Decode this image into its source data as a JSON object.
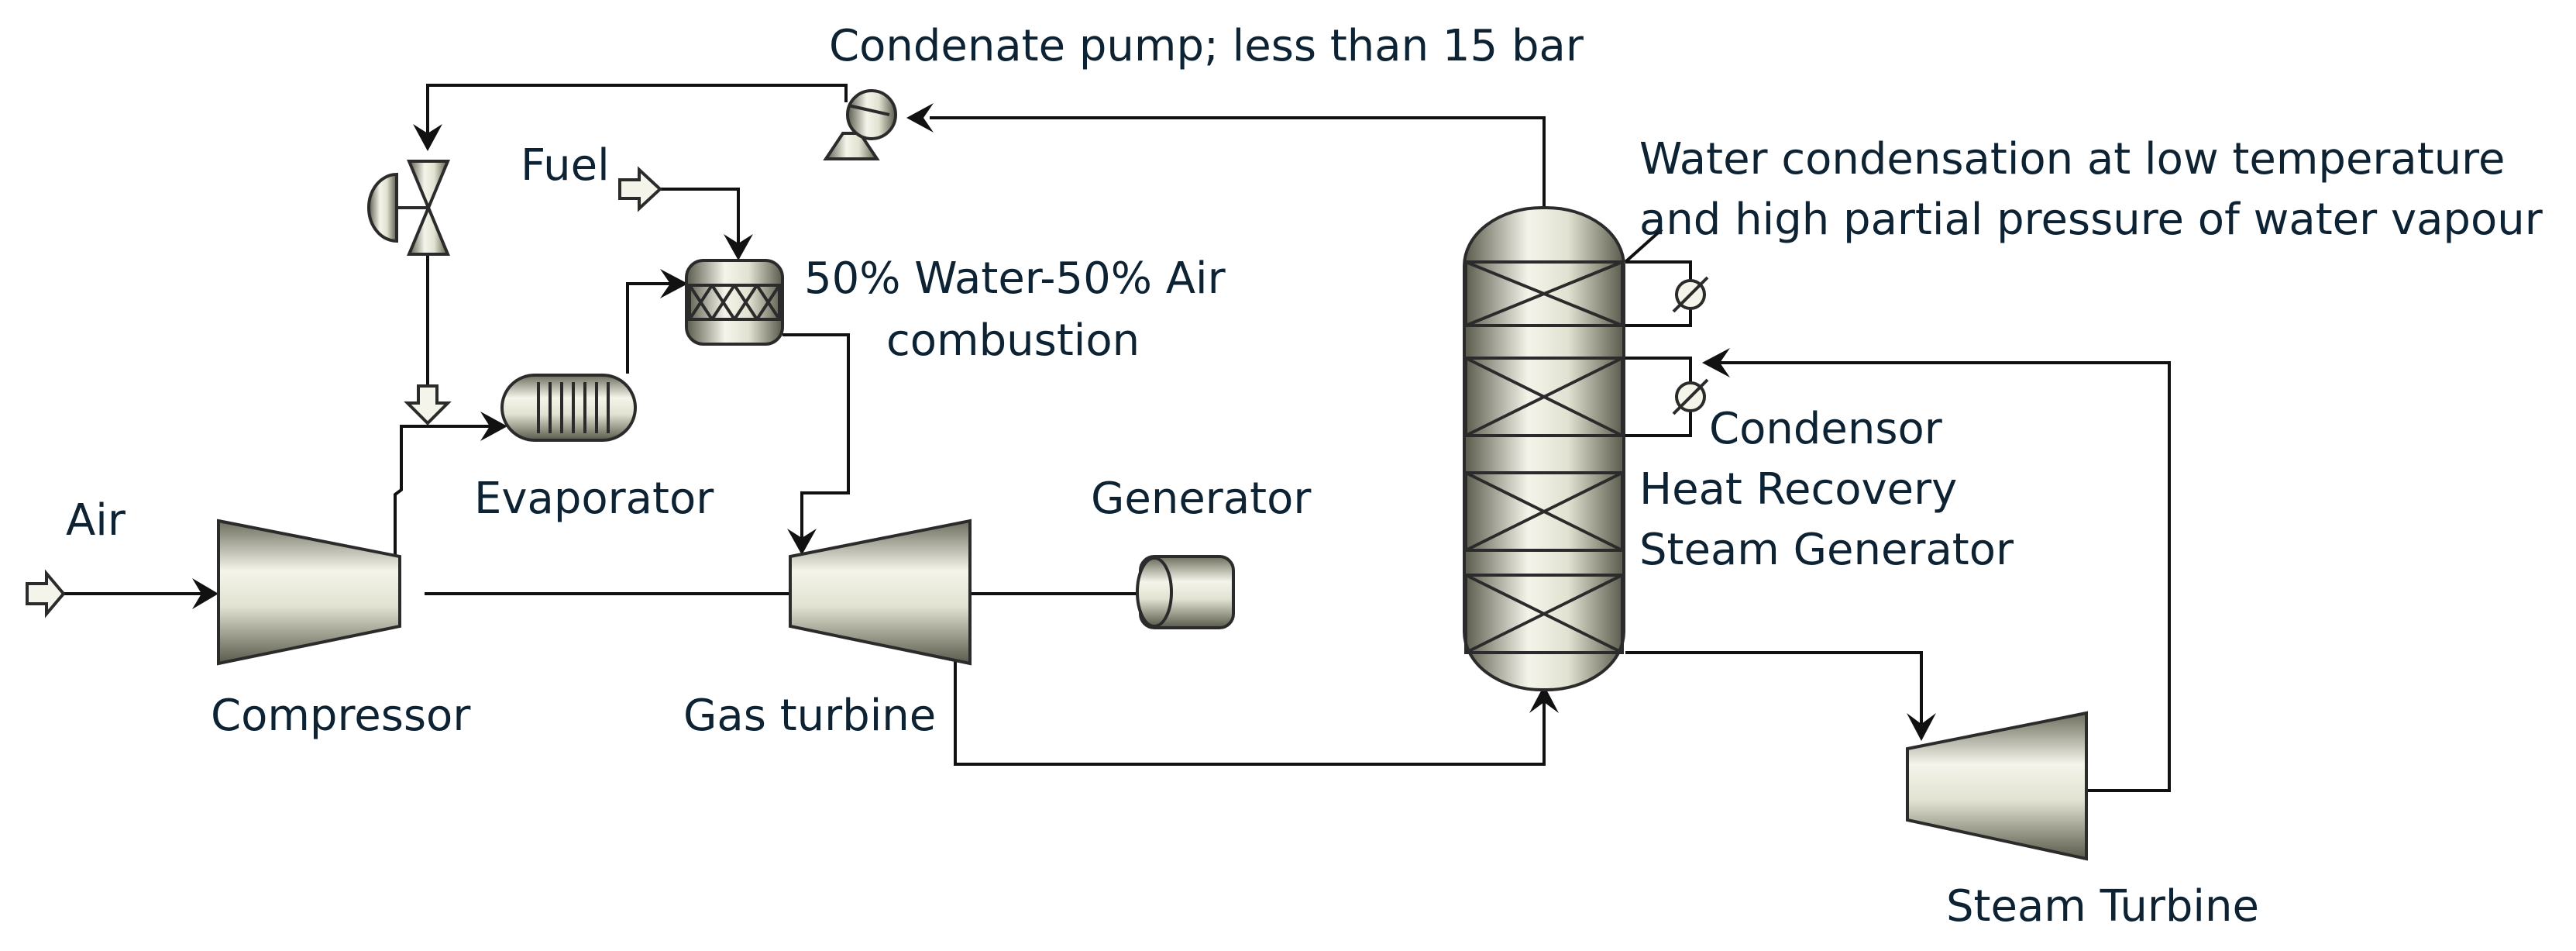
{
  "diagram": {
    "labels": {
      "condenate_pump": "Condenate pump; less than 15 bar",
      "fuel": "Fuel",
      "water_air_line1": "50% Water-50% Air",
      "water_air_line2": "combustion",
      "evaporator": "Evaporator",
      "air": "Air",
      "compressor": "Compressor",
      "gas_turbine": "Gas turbine",
      "generator": "Generator",
      "water_cond_line1": "Water condensation at low temperature",
      "water_cond_line2": "and high partial pressure of water vapour",
      "condensor": "Condensor",
      "hrsg_line1": "Heat Recovery",
      "hrsg_line2": "Steam Generator",
      "steam_turbine": "Steam Turbine"
    },
    "icons": [
      "feed-arrow-icon",
      "valve-icon",
      "pump-icon",
      "heat-exchanger-icon",
      "combustor-icon",
      "compressor-icon",
      "turbine-icon",
      "generator-icon",
      "column-icon",
      "cooler-icon"
    ]
  }
}
